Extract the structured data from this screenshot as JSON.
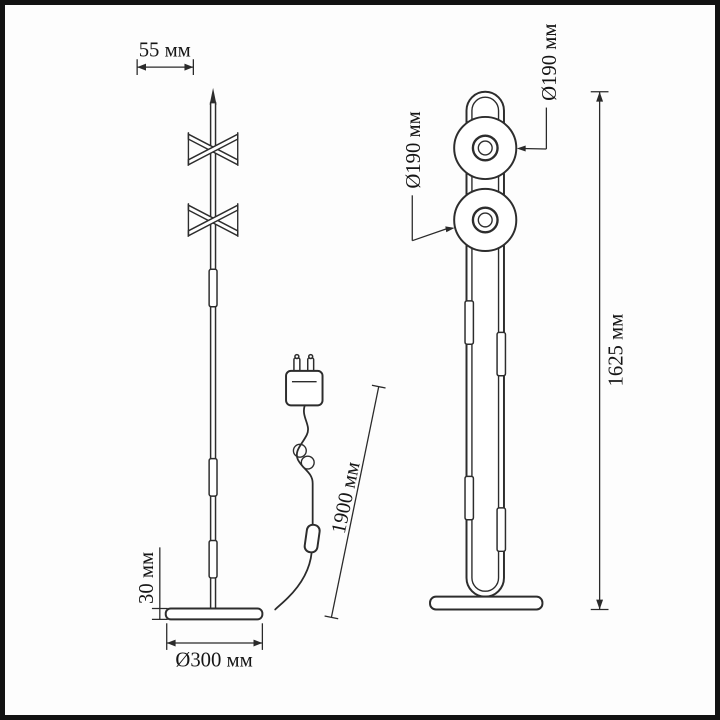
{
  "colors": {
    "background": "#fdfdfd",
    "frame_border": "#121212",
    "line": "#2d2d2d",
    "text": "#161616"
  },
  "diagram": {
    "units": "мм",
    "side": {
      "head_width": "55 мм",
      "base_height": "30 мм",
      "base_diameter": "Ø300 мм",
      "cable_length": "1900 мм"
    },
    "front": {
      "disc_top_diameter": "Ø190 мм",
      "disc_bottom_diameter": "Ø190 мм",
      "total_height": "1625 мм"
    }
  }
}
